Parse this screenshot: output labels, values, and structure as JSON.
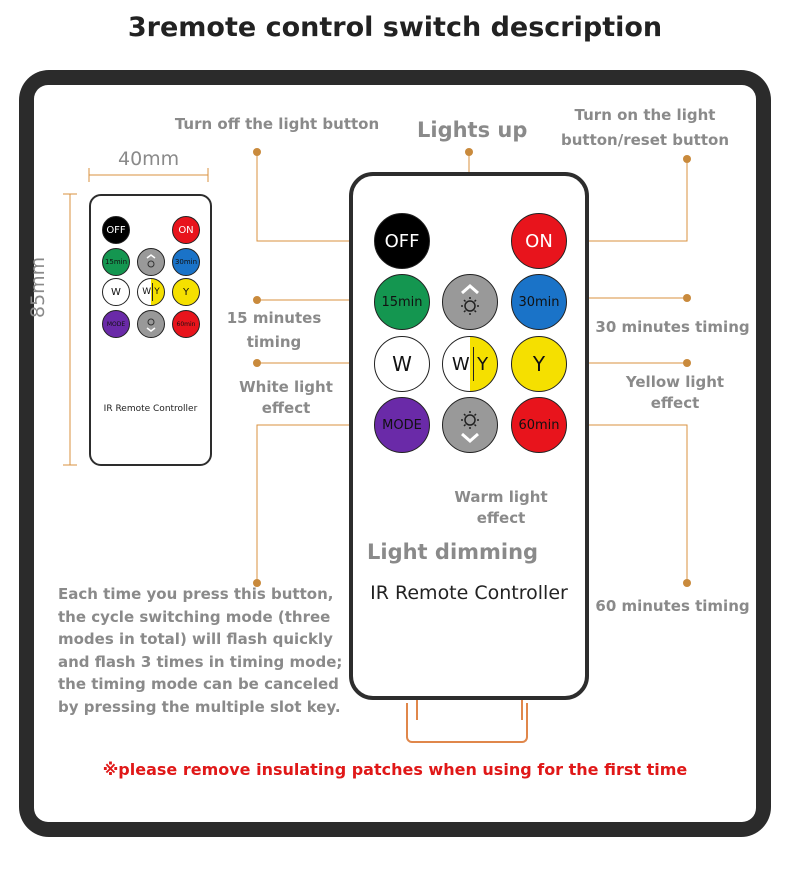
{
  "title": "3remote control switch description",
  "dimensions": {
    "width": "40mm",
    "height": "85mm"
  },
  "labels": {
    "turn_off": "Turn off the light button",
    "lights_up": "Lights up",
    "turn_on": "Turn on the light button/reset button",
    "min15": "15 minutes timing",
    "min30": "30 minutes timing",
    "white": "White light effect",
    "yellow": "Yellow light effect",
    "warm": "Warm light effect",
    "dimming": "Light dimming",
    "min60": "60 minutes timing"
  },
  "mode_note": "Each time you press this button, the cycle switching mode (three modes in total) will flash quickly and flash 3 times in timing mode; the timing mode can be canceled by pressing the multiple slot key.",
  "controller_name": "IR Remote Controller",
  "warning": "※please remove insulating patches when using for the first time",
  "buttons": {
    "off": "OFF",
    "on": "ON",
    "min15": "15min",
    "min30": "30min",
    "w": "W",
    "wy_w": "W",
    "wy_y": "Y",
    "y": "Y",
    "mode": "MODE",
    "min60": "60min"
  },
  "colors": {
    "off": "#000000",
    "on": "#e8141c",
    "min15": "#149650",
    "min30": "#1a73c8",
    "white": "#ffffff",
    "yellow": "#f5e000",
    "mode": "#6a2aa8",
    "min60": "#e8141c",
    "dimmer": "#999999",
    "callout": "#d9923f",
    "warning": "#e01818"
  },
  "icons": [
    "brightness-up-icon",
    "brightness-down-icon"
  ]
}
